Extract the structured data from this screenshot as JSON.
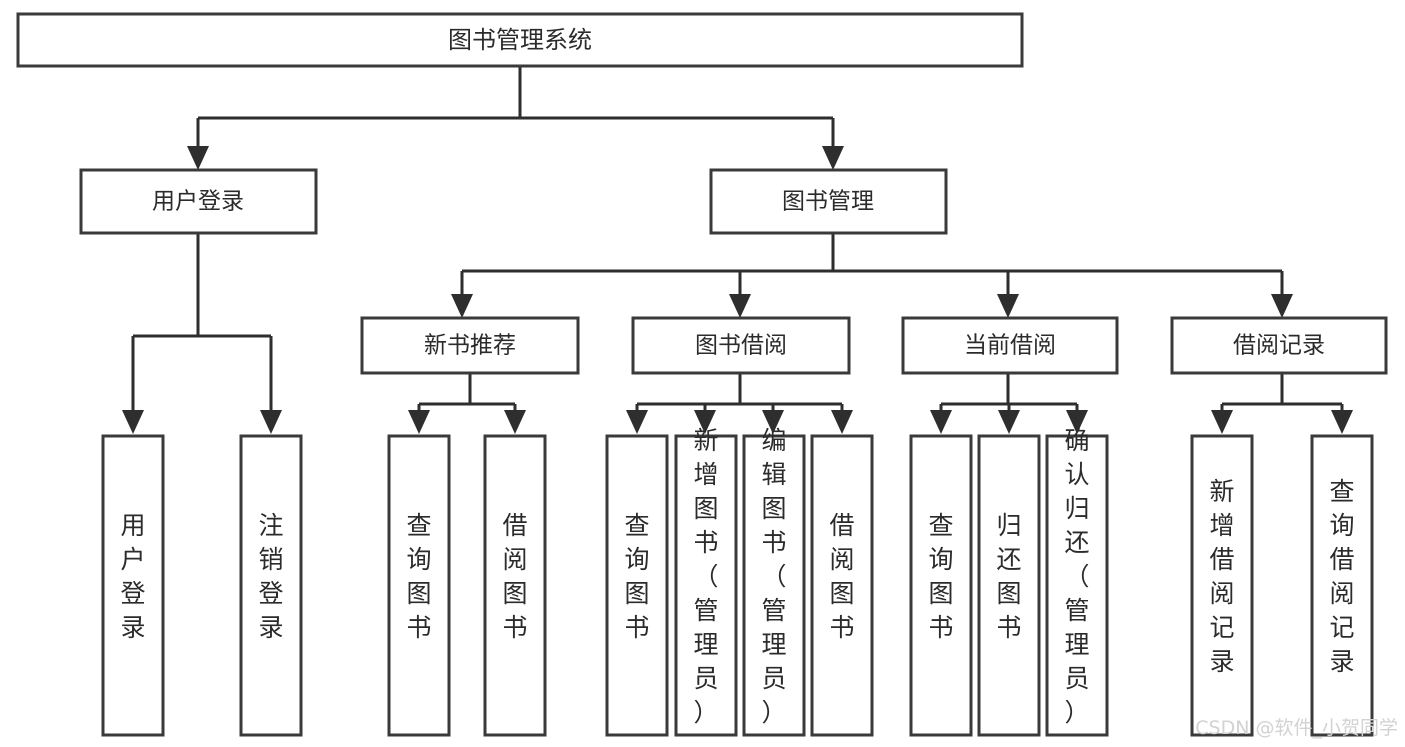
{
  "diagram": {
    "title": "图书管理系统",
    "type": "tree-hierarchy-diagram",
    "background_color": "#ffffff",
    "box_border_color": "#3a3a3a",
    "connector_color": "#2e2e2e",
    "text_color": "#2b2b2b"
  },
  "root": {
    "label": "图书管理系统"
  },
  "level1": [
    {
      "label": "用户登录"
    },
    {
      "label": "图书管理"
    }
  ],
  "level2": [
    {
      "label": "新书推荐"
    },
    {
      "label": "图书借阅"
    },
    {
      "label": "当前借阅"
    },
    {
      "label": "借阅记录"
    }
  ],
  "leaves": {
    "user_login": [
      {
        "label": "用户登录"
      },
      {
        "label": "注销登录"
      }
    ],
    "new_book_recommend": [
      {
        "label": "查询图书"
      },
      {
        "label": "借阅图书"
      }
    ],
    "book_borrow": [
      {
        "label": "查询图书"
      },
      {
        "label": "新增图书（管理员）"
      },
      {
        "label": "编辑图书（管理员）"
      },
      {
        "label": "借阅图书"
      }
    ],
    "current_borrow": [
      {
        "label": "查询图书"
      },
      {
        "label": "归还图书"
      },
      {
        "label": "确认归还（管理员）"
      }
    ],
    "borrow_record": [
      {
        "label": "新增借阅记录"
      },
      {
        "label": "查询借阅记录"
      }
    ]
  },
  "watermark": {
    "text": "CSDN @软件_小贺同学",
    "color": "#d2d2d2"
  }
}
